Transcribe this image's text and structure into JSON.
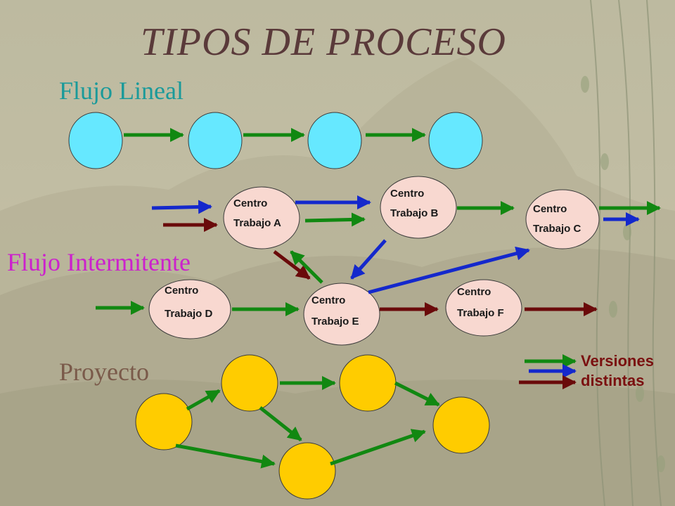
{
  "slide": {
    "title": "TIPOS DE PROCESO",
    "sections": {
      "lineal": "Flujo Lineal",
      "intermitente": "Flujo Intermitente",
      "proyecto": "Proyecto"
    },
    "work_centers": {
      "a": {
        "line1": "Centro",
        "line2": "Trabajo A"
      },
      "b": {
        "line1": "Centro",
        "line2": "Trabajo B"
      },
      "c": {
        "line1": "Centro",
        "line2": "Trabajo C"
      },
      "d": {
        "line1": "Centro",
        "line2": "Trabajo D"
      },
      "e": {
        "line1": "Centro",
        "line2": "Trabajo E"
      },
      "f": {
        "line1": "Centro",
        "line2": "Trabajo F"
      }
    },
    "legend": {
      "line1": "Versiones",
      "line2": "distintas"
    }
  },
  "colors": {
    "title": "#5a3a3a",
    "lineal_label": "#1a9a9a",
    "intermitente_label": "#cc22cc",
    "proyecto_label": "#7a5a4a",
    "legend_text": "#7a1010",
    "linear_node_fill": "#66e8ff",
    "work_center_fill": "#f8d8d0",
    "project_node_fill": "#ffcc00",
    "arrow_green": "#118811",
    "arrow_blue": "#1428cc",
    "arrow_maroon": "#6a0a0a"
  }
}
